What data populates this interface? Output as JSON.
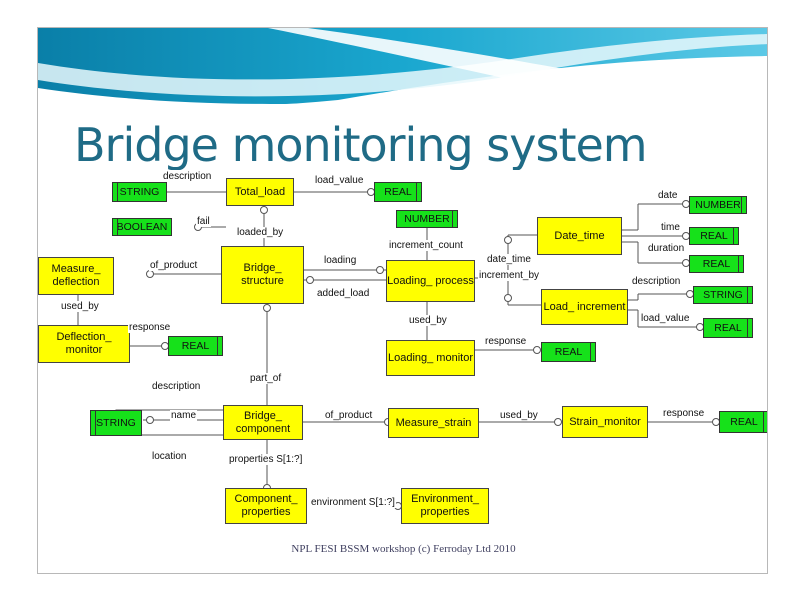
{
  "slide": {
    "title": "Bridge monitoring system",
    "footer": "NPL FESI BSSM workshop (c) Ferroday Ltd 2010"
  },
  "colors": {
    "entity": "#ffff00",
    "type": "#16e11a",
    "title": "#1f6b86"
  },
  "entities": {
    "total_load": "Total_load",
    "bridge_structure": "Bridge_ structure",
    "measure_deflection": "Measure_ deflection",
    "deflection_monitor": "Deflection_ monitor",
    "loading_process": "Loading_ process",
    "loading_monitor": "Loading_ monitor",
    "date_time": "Date_time",
    "load_increment": "Load_ increment",
    "bridge_component": "Bridge_ component",
    "measure_strain": "Measure_strain",
    "strain_monitor": "Strain_monitor",
    "component_properties": "Component_ properties",
    "environment_properties": "Environment_ properties"
  },
  "types": {
    "t_string_top": "STRING",
    "t_real_load": "REAL",
    "t_boolean": "BOOLEAN",
    "t_number_inc": "NUMBER",
    "t_real_deflection": "REAL",
    "t_real_loading": "REAL",
    "t_number_date": "NUMBER",
    "t_real_time": "REAL",
    "t_real_duration": "REAL",
    "t_string_desc": "STRING",
    "t_real_loadvalue": "REAL",
    "t_string_comp": "STRING",
    "t_real_strain": "REAL"
  },
  "relations": {
    "description_top": "description",
    "load_value_top": "load_value",
    "fail": "fail",
    "loaded_by": "loaded_by",
    "of_product_deflection": "of_product",
    "used_by_deflection": "used_by",
    "response_deflection": "response",
    "loading": "loading",
    "added_load": "added_load",
    "increment_count": "increment_count",
    "date_time": "date_time",
    "increment_by": "increment_by",
    "used_by_loading": "used_by",
    "response_loading": "response",
    "date": "date",
    "time": "time",
    "duration": "duration",
    "description_inc": "description",
    "load_value_inc": "load_value",
    "part_of": "part_of",
    "description_comp": "description",
    "name": "name",
    "location": "location",
    "of_product_strain": "of_product",
    "used_by_strain": "used_by",
    "response_strain": "response",
    "properties": "properties  S[1:?]",
    "environment": "environment  S[1:?]"
  }
}
